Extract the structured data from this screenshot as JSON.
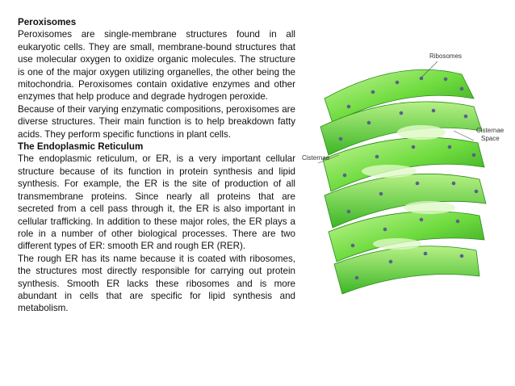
{
  "sections": [
    {
      "heading": "Peroxisomes",
      "paragraphs": [
        "Peroxisomes are single-membrane structures found in all eukaryotic cells. They are small, membrane-bound structures that use molecular oxygen to oxidize organic molecules. The structure is one of the major oxygen utilizing organelles, the other being the mitochondria. Peroxisomes contain oxidative enzymes and other enzymes that help produce and degrade hydrogen peroxide.",
        "Because of their varying enzymatic compositions, peroxisomes are diverse structures. Their main function is to help breakdown fatty acids. They perform specific functions in plant cells."
      ]
    },
    {
      "heading": "The Endoplasmic Reticulum",
      "paragraphs": [
        "The endoplasmic reticulum, or ER, is a very important cellular structure because of its function in protein synthesis and lipid synthesis. For example, the ER is the site of production of all transmembrane proteins. Since nearly all proteins that are secreted from a cell pass through it, the ER is also important in cellular trafficking. In addition to these major roles, the ER plays a role in a number of other biological processes. There are two different types of ER: smooth ER and rough ER (RER).",
        "The rough ER has its name because it is coated with ribosomes, the structures most directly responsible for carrying out protein synthesis. Smooth ER lacks these ribosomes and is more abundant in cells that are specific for lipid synthesis and metabolism."
      ]
    }
  ],
  "figure": {
    "labels": {
      "ribosomes": "Ribosomes",
      "cisternae": "Cisternae",
      "cisternae_space_1": "Cisternae",
      "cisternae_space_2": "Space"
    },
    "colors": {
      "green_light": "#9be86a",
      "green_mid": "#5fd33a",
      "green_dark": "#2e9e1e",
      "ribosome": "#5b5f8f"
    }
  }
}
